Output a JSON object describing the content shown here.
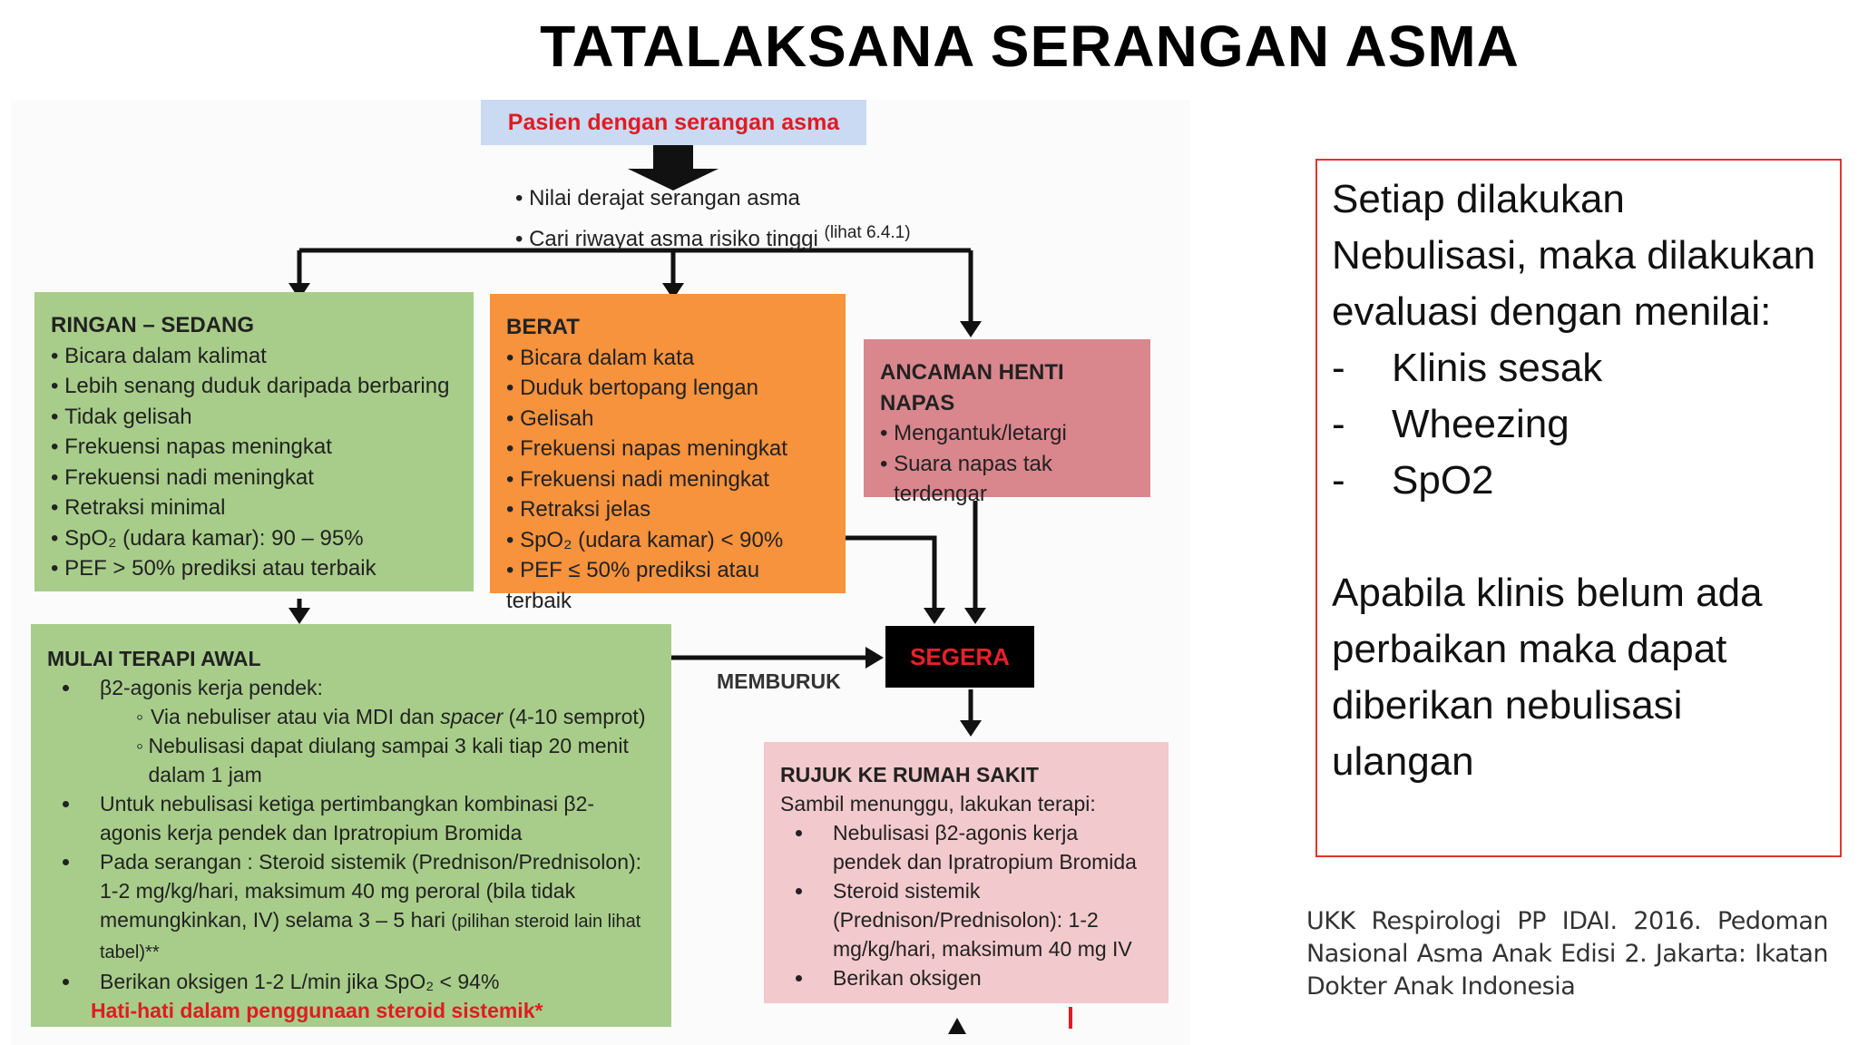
{
  "title": "TATALAKSANA SERANGAN ASMA",
  "patient": "Pasien dengan serangan asma",
  "assess": [
    "Nilai derajat serangan asma",
    "Cari riwayat asma risiko tinggi"
  ],
  "assess_ref": "(lihat 6.4.1)",
  "mild": {
    "heading": "RINGAN – SEDANG",
    "items": [
      "Bicara dalam kalimat",
      "Lebih senang duduk daripada berbaring",
      "Tidak gelisah",
      "Frekuensi napas meningkat",
      "Frekuensi nadi meningkat",
      "Retraksi minimal",
      "SpO₂ (udara kamar): 90 – 95%",
      "PEF > 50% prediksi atau terbaik"
    ]
  },
  "severe": {
    "heading": "BERAT",
    "items": [
      "Bicara dalam kata",
      "Duduk bertopang lengan",
      "Gelisah",
      "Frekuensi napas meningkat",
      "Frekuensi nadi meningkat",
      "Retraksi jelas",
      "SpO₂ (udara kamar) < 90%",
      "PEF ≤ 50% prediksi atau terbaik"
    ]
  },
  "threat": {
    "heading": "ANCAMAN HENTI NAPAS",
    "items": [
      "Mengantuk/letargi",
      "Suara napas tak terdengar"
    ]
  },
  "urgent": "SEGERA",
  "worsen": "MEMBURUK",
  "initial": {
    "heading": "MULAI TERAPI AWAL",
    "b1": "β2-agonis kerja pendek:",
    "b1s1": "Via nebuliser atau via MDI dan ",
    "b1s1_em": "spacer",
    "b1s1_tail": " (4-10 semprot)",
    "b1s2": "Nebulisasi dapat diulang sampai 3 kali tiap 20 menit dalam 1 jam",
    "b2": "Untuk nebulisasi ketiga pertimbangkan kombinasi β2-agonis kerja pendek dan Ipratropium Bromida",
    "b3": "Pada serangan : Steroid sistemik (Prednison/Prednisolon): 1-2 mg/kg/hari, maksimum 40 mg peroral (bila tidak memungkinkan, IV) selama 3 – 5 hari ",
    "b3_small": "(pilihan steroid lain lihat tabel)**",
    "b4": "Berikan oksigen 1-2 L/min jika SpO₂ < 94%",
    "warning": "Hati-hati dalam penggunaan steroid sistemik*"
  },
  "referral": {
    "heading": "RUJUK KE RUMAH SAKIT",
    "sub": "Sambil menunggu, lakukan terapi:",
    "items": [
      "Nebulisasi β2-agonis kerja pendek dan Ipratropium Bromida",
      "Steroid sistemik (Prednison/Prednisolon): 1-2 mg/kg/hari, maksimum 40 mg IV",
      "Berikan oksigen"
    ]
  },
  "note": {
    "p1": "Setiap dilakukan Nebulisasi, maka dilakukan evaluasi dengan menilai:",
    "items": [
      "Klinis sesak",
      "Wheezing",
      "SpO2"
    ],
    "p2": "Apabila klinis belum ada perbaikan maka dapat diberikan nebulisasi ulangan"
  },
  "citation": [
    "UKK Respirologi PP IDAI. 2016. Pedoman",
    "Nasional Asma Anak Edisi 2. Jakarta: Ikatan",
    "Dokter Anak Indonesia"
  ],
  "colors": {
    "mild": "#a8cd8a",
    "severe": "#f7923d",
    "threat": "#d9868d",
    "referral": "#f2c9cc",
    "patient": "#c9daf2",
    "urgent_text": "#e8202a",
    "note_border": "#e23232"
  }
}
